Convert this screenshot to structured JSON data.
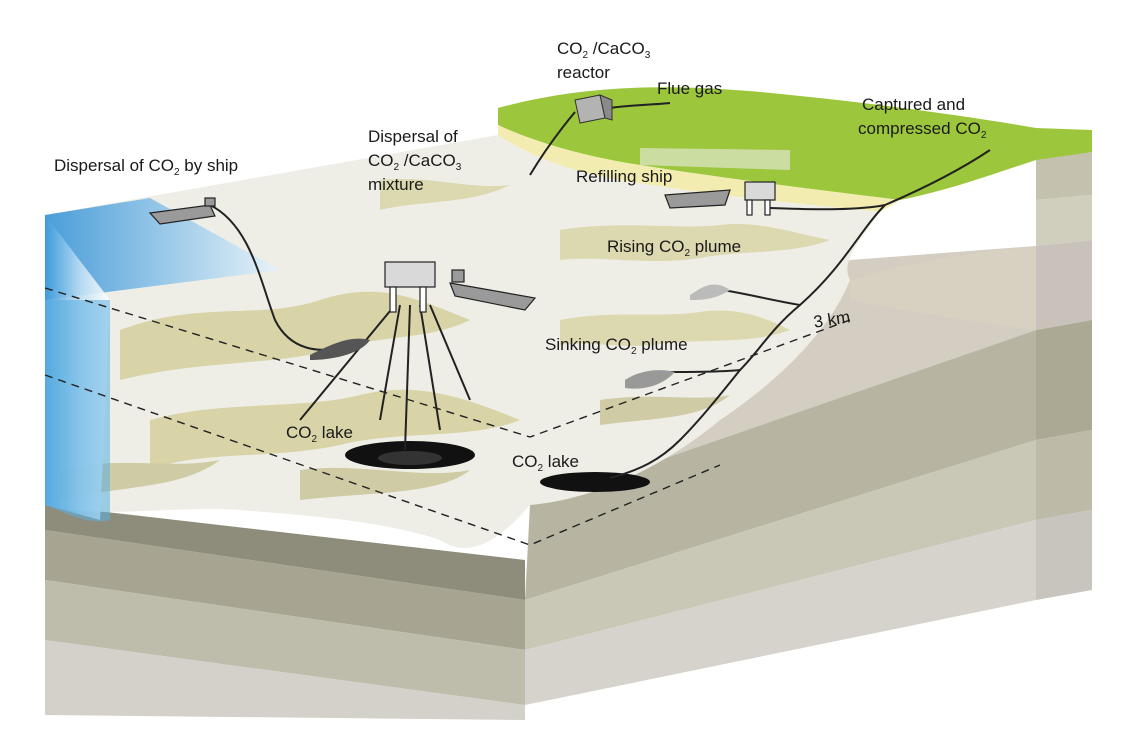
{
  "labels": {
    "reactor_line1": {
      "pre": "CO",
      "sub1": "2",
      "mid": " /CaCO",
      "sub2": "3"
    },
    "reactor_line2": "reactor",
    "flue_gas": "Flue gas",
    "captured_line1": "Captured and",
    "captured_line2": {
      "pre": "compressed CO",
      "sub": "2"
    },
    "dispersal_mix_line1": "Dispersal of",
    "dispersal_mix_line2": {
      "pre": "CO",
      "sub1": "2",
      "mid": " /CaCO",
      "sub2": "3"
    },
    "dispersal_mix_line3": "mixture",
    "dispersal_ship": {
      "pre": "Dispersal of CO",
      "sub": "2",
      "post": " by ship"
    },
    "refilling_ship": "Refilling ship",
    "rising_plume": {
      "pre": "Rising CO",
      "sub": "2",
      "post": " plume"
    },
    "sinking_plume": {
      "pre": "Sinking CO",
      "sub": "2",
      "post": " plume"
    },
    "distance": "3 km",
    "lake_left": {
      "pre": "CO",
      "sub": "2",
      "post": " lake"
    },
    "lake_right": {
      "pre": "CO",
      "sub": "2",
      "post": " lake"
    }
  },
  "colors": {
    "land": "#9cc63c",
    "beach": "#f3ecb0",
    "seafloor": "#eeeee6",
    "sediment": "#d8d4a8",
    "water": "#4aa8e0",
    "strata_dark": "#9a9a86",
    "strata_mid": "#c2c0a8",
    "strata_pink": "#d2c7c2",
    "lake": "#111111"
  }
}
